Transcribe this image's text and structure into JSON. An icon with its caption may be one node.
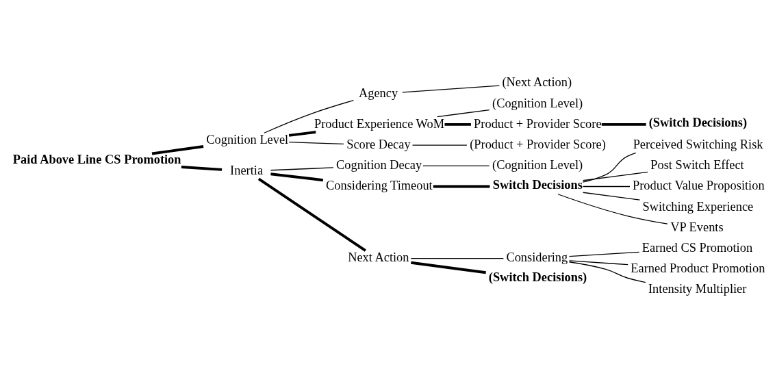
{
  "diagram": {
    "nodes": [
      {
        "text": [
          "Paid Above Line CS Promotion"
        ]
      },
      {
        "text": [
          "Cognition Level"
        ]
      },
      {
        "text": [
          "Agency"
        ]
      },
      {
        "text": [
          "(Next Action)"
        ]
      },
      {
        "text": [
          "Product Experience WoM"
        ]
      },
      {
        "text": [
          "(Cognition Level)"
        ]
      },
      {
        "text": [
          "Product + Provider Score"
        ]
      },
      {
        "text": [
          "(Switch Decisions)"
        ]
      },
      {
        "text": [
          "Score Decay"
        ]
      },
      {
        "text": [
          "(Product + Provider Score)"
        ]
      },
      {
        "text": [
          "Inertia"
        ]
      },
      {
        "text": [
          "Cognition Decay"
        ]
      },
      {
        "text": [
          "(Cognition Level)"
        ]
      },
      {
        "text": [
          "Considering Timeout"
        ]
      },
      {
        "text": [
          "Switch Decisions"
        ]
      },
      {
        "text": [
          "Perceived Switching Risk"
        ]
      },
      {
        "text": [
          "Post Switch Effect"
        ]
      },
      {
        "text": [
          "Product Value Proposition"
        ]
      },
      {
        "text": [
          "Switching Experience"
        ]
      },
      {
        "text": [
          "VP Events"
        ]
      },
      {
        "text": [
          "Next Action"
        ]
      },
      {
        "text": [
          "Considering"
        ]
      },
      {
        "text": [
          "Earned CS Promotion"
        ]
      },
      {
        "text": [
          "Earned Product Promotion"
        ]
      },
      {
        "text": [
          "Intensity Multiplier"
        ]
      },
      {
        "text": [
          "(Switch Decisions)"
        ]
      }
    ],
    "edges": [
      {
        "from": 0,
        "to": 1,
        "arrow": "none",
        "style": "thick"
      },
      {
        "from": 1,
        "to": 2,
        "arrow": "none"
      },
      {
        "from": 2,
        "to": 3,
        "arrow": "none"
      },
      {
        "from": 1,
        "to": 4,
        "arrow": "none",
        "style": "thick"
      },
      {
        "from": 4,
        "to": 5,
        "arrow": "none"
      },
      {
        "from": 4,
        "to": 6,
        "arrow": "none",
        "style": "thick"
      },
      {
        "from": 6,
        "to": 7,
        "arrow": "none",
        "style": "thick"
      },
      {
        "from": 1,
        "to": 8,
        "arrow": "none"
      },
      {
        "from": 8,
        "to": 9,
        "arrow": "none"
      },
      {
        "from": 0,
        "to": 10,
        "arrow": "none",
        "style": "thick"
      },
      {
        "from": 10,
        "to": 11,
        "arrow": "none"
      },
      {
        "from": 11,
        "to": 12,
        "arrow": "none"
      },
      {
        "from": 10,
        "to": 13,
        "arrow": "none",
        "style": "thick"
      },
      {
        "from": 13,
        "to": 14,
        "arrow": "none",
        "style": "thick"
      },
      {
        "from": 14,
        "to": 15,
        "arrow": "none"
      },
      {
        "from": 14,
        "to": 16,
        "arrow": "none"
      },
      {
        "from": 14,
        "to": 17,
        "arrow": "none"
      },
      {
        "from": 14,
        "to": 18,
        "arrow": "none"
      },
      {
        "from": 14,
        "to": 19,
        "arrow": "none"
      },
      {
        "from": 10,
        "to": 20,
        "arrow": "none",
        "style": "thick"
      },
      {
        "from": 20,
        "to": 21,
        "arrow": "none"
      },
      {
        "from": 21,
        "to": 22,
        "arrow": "none"
      },
      {
        "from": 21,
        "to": 23,
        "arrow": "none"
      },
      {
        "from": 21,
        "to": 24,
        "arrow": "none"
      },
      {
        "from": 20,
        "to": 25,
        "arrow": "none",
        "style": "thick"
      }
    ]
  }
}
